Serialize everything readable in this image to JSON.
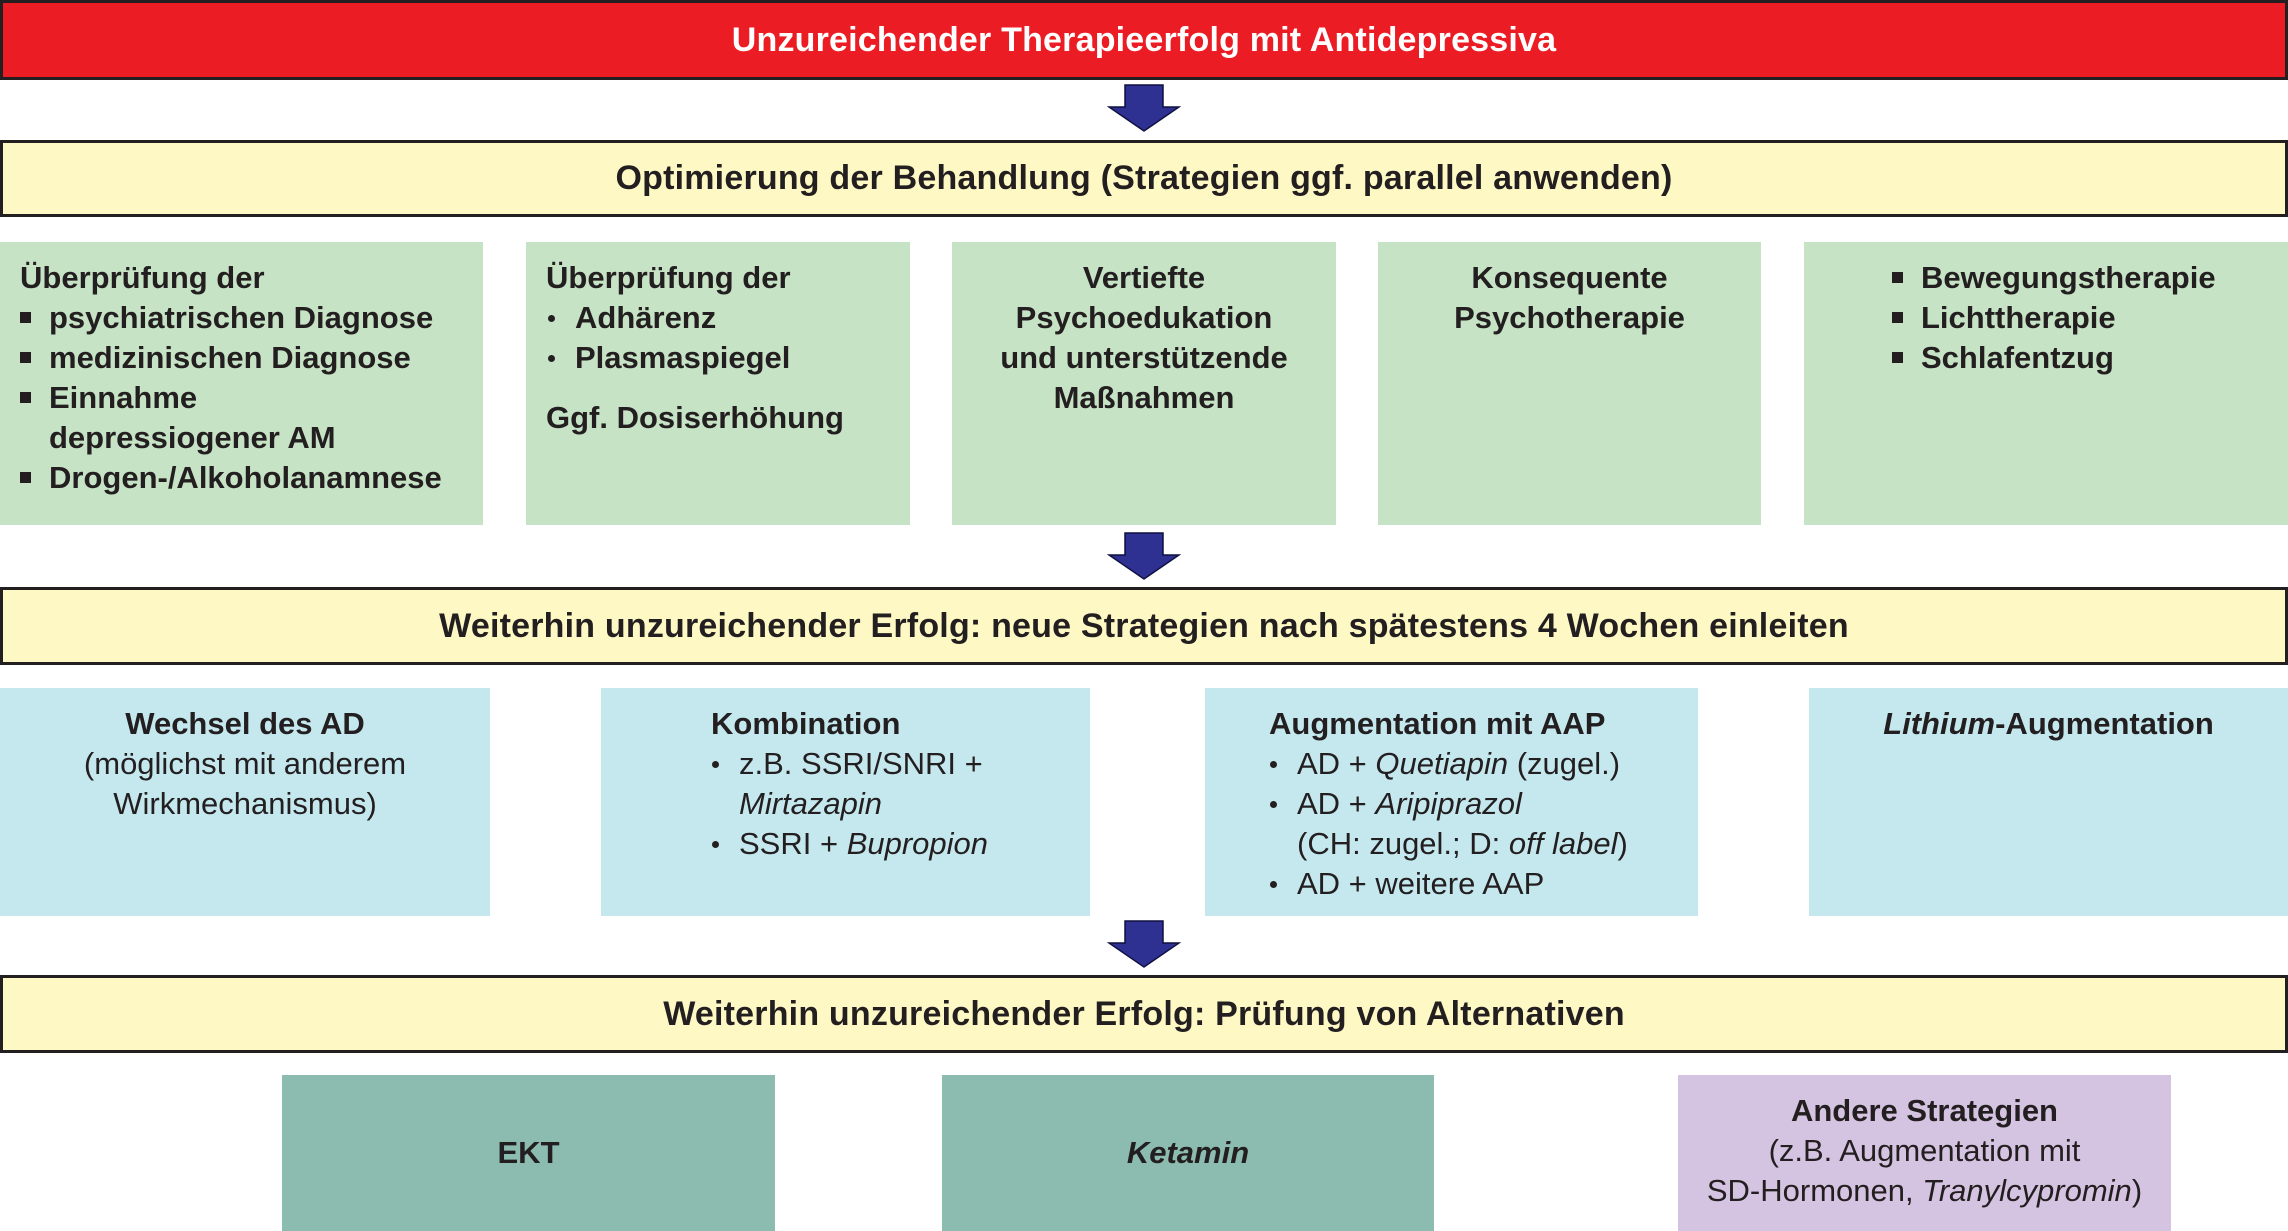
{
  "banners": {
    "top": "Unzureichender Therapieerfolg mit Antidepressiva",
    "optimize": "Optimierung der Behandlung (Strategien ggf. parallel anwenden)",
    "new_strategies": "Weiterhin unzureichender Erfolg: neue Strategien nach spätestens 4 Wochen einleiten",
    "alternatives": "Weiterhin unzureichender Erfolg: Prüfung von Alternativen"
  },
  "optimization": {
    "review": {
      "heading": "Überprüfung der",
      "items": [
        "psychiatrischen Diagnose",
        "medizinischen Diagnose",
        "Einnahme",
        "depressiogener AM",
        "Drogen-/Alkoholanamnese"
      ]
    },
    "adherence": {
      "heading": "Überprüfung der",
      "items": [
        "Adhärenz",
        "Plasmaspiegel"
      ],
      "note": "Ggf. Dosiserhöhung"
    },
    "psychoeducation": {
      "lines": [
        "Vertiefte",
        "Psychoedukation",
        "und unterstützende",
        "Maßnahmen"
      ]
    },
    "psychotherapy": {
      "lines": [
        "Konsequente",
        "Psychotherapie"
      ]
    },
    "other": {
      "items": [
        "Bewegungstherapie",
        "Lichttherapie",
        "Schlafentzug"
      ]
    }
  },
  "strategies": {
    "switch": {
      "title": "Wechsel des AD",
      "lines": [
        "(möglichst mit anderem",
        "Wirkmechanismus)"
      ]
    },
    "combination": {
      "title": "Kombination",
      "item1_prefix": "z.B. SSRI/SNRI +",
      "item1_drug": "Mirtazapin",
      "item2_prefix": "SSRI + ",
      "item2_drug": "Bupropion"
    },
    "augmentation": {
      "title": "Augmentation mit AAP",
      "item1_prefix": "AD + ",
      "item1_drug": "Quetiapin",
      "item1_suffix": " (zugel.)",
      "item2_prefix": "AD + ",
      "item2_drug": "Aripiprazol",
      "item2_note_prefix": "(CH: zugel.; D: ",
      "item2_note_italic": "off label",
      "item2_note_suffix": ")",
      "item3": "AD + weitere AAP"
    },
    "lithium": {
      "drug": "Lithium",
      "suffix": "-Augmentation"
    }
  },
  "alternatives": {
    "ect": "EKT",
    "ketamine": "Ketamin",
    "other": {
      "title": "Andere Strategien",
      "line1": "(z.B. Augmentation mit",
      "line2_prefix": "SD-Hormonen, ",
      "line2_drug": "Tranylcypromin",
      "line2_suffix": ")"
    }
  },
  "colors": {
    "top_banner": "#ec1c24",
    "banner": "#fef9c4",
    "optimization_boxes": "#c7e3c5",
    "strategy_boxes": "#c5e8ef",
    "alternative_boxes": "#8bbcaf",
    "other_alternative_box": "#d4c4e1",
    "arrow": "#2e3192"
  }
}
